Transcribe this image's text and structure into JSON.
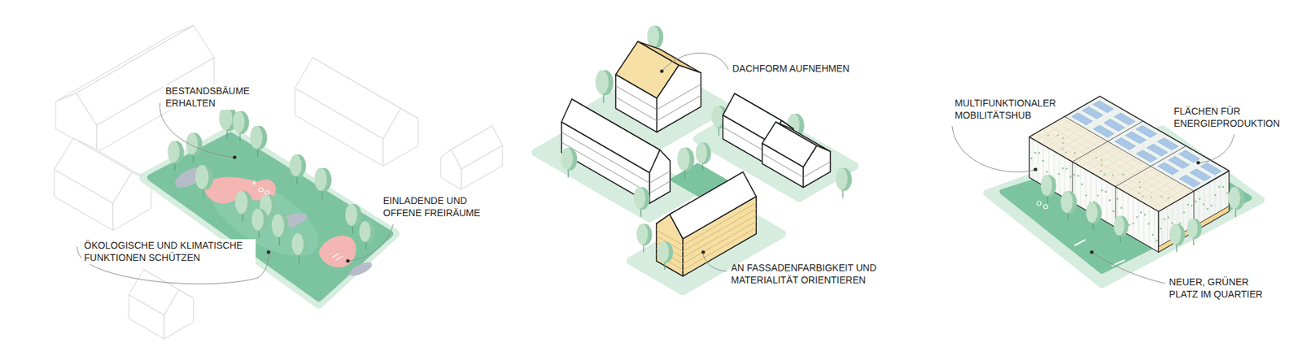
{
  "diagram": {
    "labels": [
      "BESTANDSBÄUME ERHALTEN",
      "EINLADENDE UND OFFENE FREIRÄUME",
      "ÖKOLOGISCHE UND KLIMATISCHE FUNKTIONEN SCHÜTZEN",
      "DACHFORM AUFNEHMEN",
      "AN FASSADENFARBIGKEIT UND MATERIALITÄT ORIENTIEREN",
      "MULTIFUNKTIONALER MOBILITÄTSHUB",
      "FLÄCHEN FÜR ENERGIEPRODUKTION",
      "NEUER, GRÜNER PLATZ IM QUARTIER"
    ]
  }
}
